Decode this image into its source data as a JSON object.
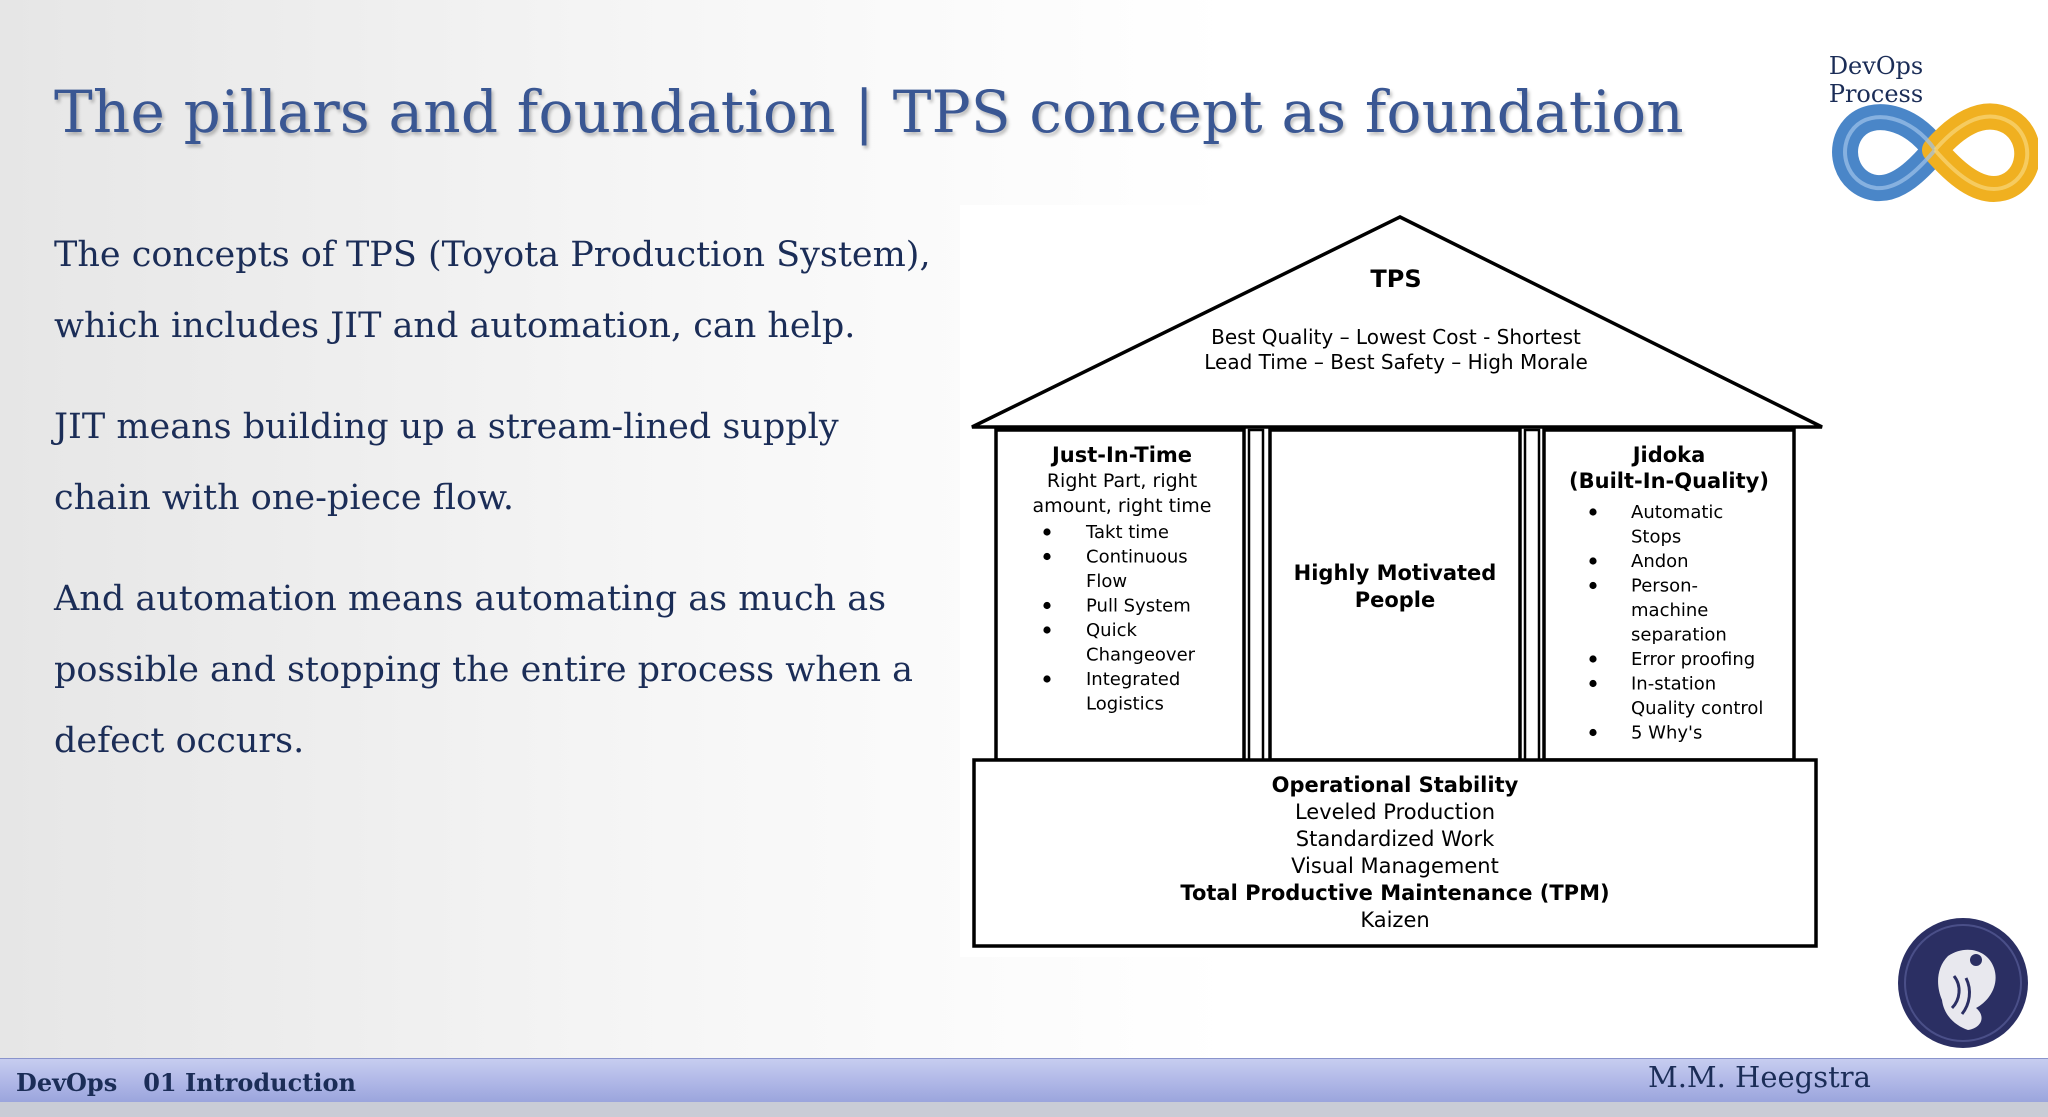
{
  "slide": {
    "title": "The pillars  and foundation | TPS concept as foundation",
    "paragraphs": [
      "The concepts of TPS (Toyota Production System), which includes JIT and automation, can help.",
      "JIT means building up a stream-lined supply chain with one-piece flow.",
      "And automation means automating as much as possible and stopping the entire process when a defect occurs."
    ]
  },
  "logo": {
    "caption": "DevOps Process"
  },
  "diagram": {
    "roof_title": "TPS",
    "roof_line1": "Best Quality – Lowest Cost - Shortest",
    "roof_line2": "Lead Time – Best Safety – High Morale",
    "left_pillar": {
      "title": "Just-In-Time",
      "sub1": "Right Part, right",
      "sub2": "amount, right time",
      "bullets": [
        [
          "Takt time"
        ],
        [
          "Continuous",
          "Flow"
        ],
        [
          "Pull System"
        ],
        [
          "Quick",
          "Changeover"
        ],
        [
          "Integrated",
          "Logistics"
        ]
      ]
    },
    "center_pillar": {
      "line1": "Highly Motivated",
      "line2": "People"
    },
    "right_pillar": {
      "title": "Jidoka",
      "sub1": "(Built-In-Quality)",
      "bullets": [
        [
          "Automatic",
          "Stops"
        ],
        [
          "Andon"
        ],
        [
          "Person-",
          "machine",
          "separation"
        ],
        [
          "Error proofing"
        ],
        [
          "In-station",
          "Quality control"
        ],
        [
          "5 Why's"
        ]
      ]
    },
    "foundation": {
      "title": "Operational Stability",
      "line1": "Leveled Production",
      "line2": "Standardized Work",
      "line3": "Visual Management",
      "line4": "Total Productive Maintenance (TPM)",
      "line5": "Kaizen"
    }
  },
  "footer": {
    "course": "DevOps",
    "chapter": "01 Introduction",
    "author": "M.M. Heegstra"
  },
  "colors": {
    "title": "#3a5793",
    "body_text": "#1b2d57",
    "footer_bar": "#aeb6e6",
    "logo_blue": "#4a86c8",
    "logo_gold": "#f0b020"
  }
}
